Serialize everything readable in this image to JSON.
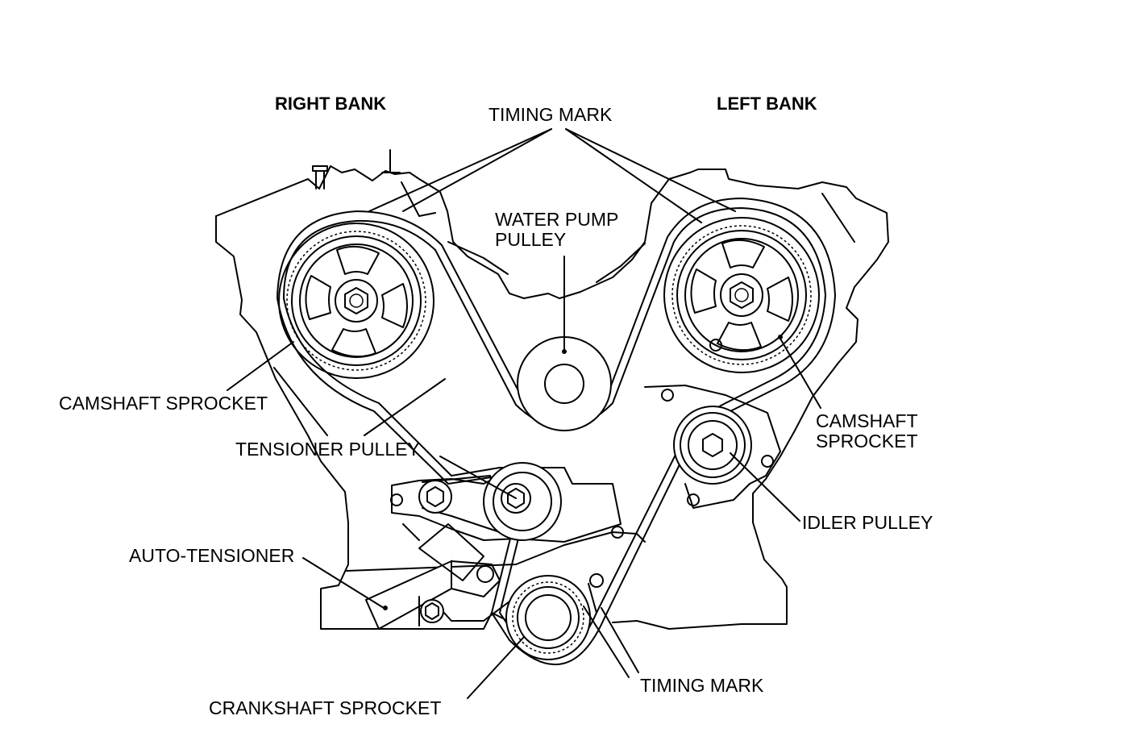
{
  "labels": {
    "right_bank": "RIGHT BANK",
    "left_bank": "LEFT BANK",
    "timing_mark_top": "TIMING MARK",
    "water_pump_pulley_1": "WATER PUMP",
    "water_pump_pulley_2": "PULLEY",
    "camshaft_sprocket_left": "CAMSHAFT SPROCKET",
    "camshaft_sprocket_right_1": "CAMSHAFT",
    "camshaft_sprocket_right_2": "SPROCKET",
    "tensioner_pulley": "TENSIONER PULLEY",
    "idler_pulley": "IDLER PULLEY",
    "auto_tensioner": "AUTO-TENSIONER",
    "timing_mark_bottom": "TIMING MARK",
    "crankshaft_sprocket": "CRANKSHAFT SPROCKET"
  }
}
